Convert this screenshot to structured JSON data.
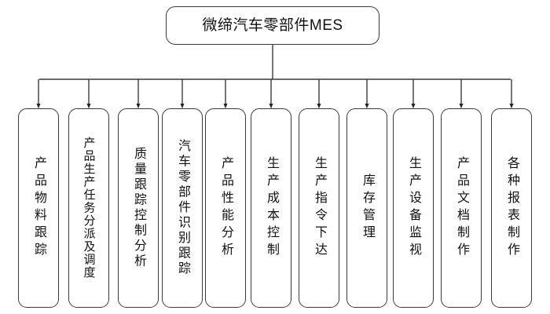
{
  "diagram": {
    "type": "organization-tree",
    "background_color": "#ffffff",
    "line_color": "#3a3a3a",
    "text_color": "#111111",
    "root": {
      "label": "微缔汽车零部件MES"
    },
    "nodes": [
      {
        "label": "产品物料跟踪",
        "chars": 6
      },
      {
        "label": "产品生产任务分派及调度",
        "chars": 11
      },
      {
        "label": "质量跟踪控制分析",
        "chars": 8
      },
      {
        "label": "汽车零部件识别跟踪",
        "chars": 9
      },
      {
        "label": "产品性能分析",
        "chars": 6
      },
      {
        "label": "生产成本控制",
        "chars": 6
      },
      {
        "label": "生产指令下达",
        "chars": 6
      },
      {
        "label": "库存管理",
        "chars": 4
      },
      {
        "label": "生产设备监视",
        "chars": 6
      },
      {
        "label": "产品文档制作",
        "chars": 6
      },
      {
        "label": "各种报表制作",
        "chars": 6
      }
    ]
  }
}
